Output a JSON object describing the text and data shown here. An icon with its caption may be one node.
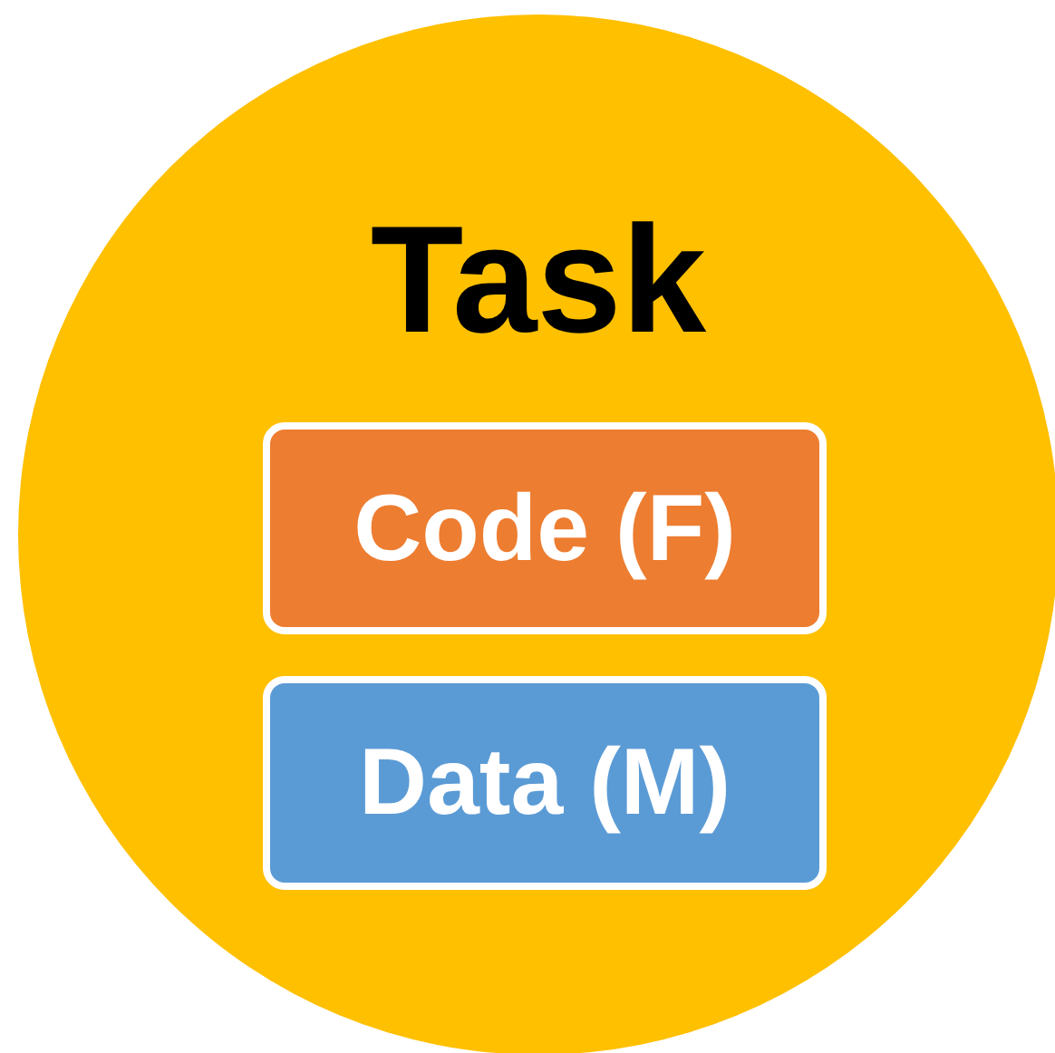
{
  "diagram": {
    "nodes": [
      {
        "text": [
          "Task"
        ]
      },
      {
        "text": [
          "Code (F)"
        ],
        "in": 0
      },
      {
        "text": [
          "Data (M)"
        ],
        "in": 0
      }
    ]
  }
}
